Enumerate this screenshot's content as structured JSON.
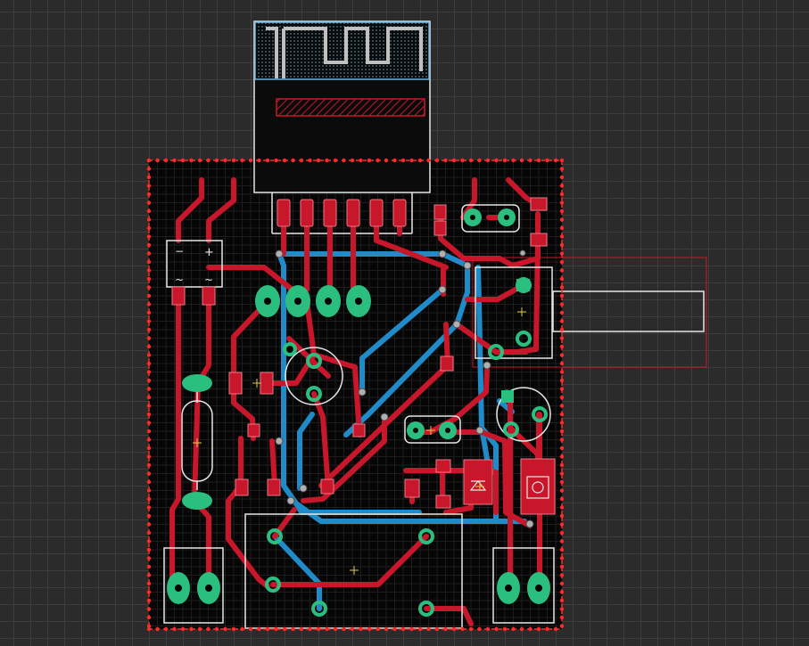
{
  "editor": {
    "view": "pcb-layout",
    "grid": "visible",
    "colors": {
      "background": "#2b2b2b",
      "grid_line": "#3d3d3d",
      "board_fill": "#060606",
      "board_outline": "#ff2a2a",
      "top_copper": "#c8172a",
      "bottom_copper": "#1f8bc9",
      "silkscreen": "#e6e6e6",
      "through_hole_pad": "#2bbf7f",
      "via": "#b0b0b0",
      "antenna_outline": "#6fb1d6",
      "keepout": "#c8172a"
    }
  },
  "components": [
    {
      "name": "wifi-module",
      "icon": "antenna-icon"
    },
    {
      "name": "bridge-rectifier",
      "marks": [
        "−",
        "+",
        "~",
        "~"
      ]
    },
    {
      "name": "header-4pin"
    },
    {
      "name": "ceramic-capacitor-top"
    },
    {
      "name": "relay-module"
    },
    {
      "name": "crystal-oscillator"
    },
    {
      "name": "fuse-holder"
    },
    {
      "name": "transistor"
    },
    {
      "name": "electrolytic-capacitor"
    },
    {
      "name": "diode"
    },
    {
      "name": "terminal-block-left"
    },
    {
      "name": "terminal-block-right"
    },
    {
      "name": "ceramic-capacitor-bottom"
    },
    {
      "name": "power-module"
    }
  ]
}
